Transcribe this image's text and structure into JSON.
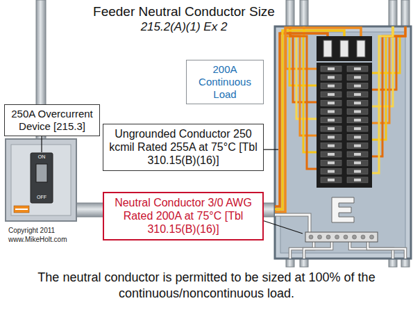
{
  "diagram": {
    "title": "Feeder Neutral Conductor Size",
    "caption": "The neutral conductor is permitted to be sized at 100% of the continuous/noncontinuous load.",
    "nodes": [
      {
        "text": [
          "250A Overcurrent Device [215.3]"
        ]
      },
      {
        "text": [
          "200A Continuous Load"
        ]
      },
      {
        "text": [
          "Ungrounded Conductor 250 kcmil Rated 255A at 75°C [Tbl 310.15(B)(16)]"
        ]
      },
      {
        "text": [
          "Neutral Conductor 3/0 AWG Rated 200A at 75°C [Tbl 310.15(B)(16)]"
        ]
      }
    ],
    "labels": [
      "215.2(A)(1) Ex 2",
      "ON",
      "OFF",
      "Copyright 2011",
      "www.MikeHolt.com"
    ]
  }
}
